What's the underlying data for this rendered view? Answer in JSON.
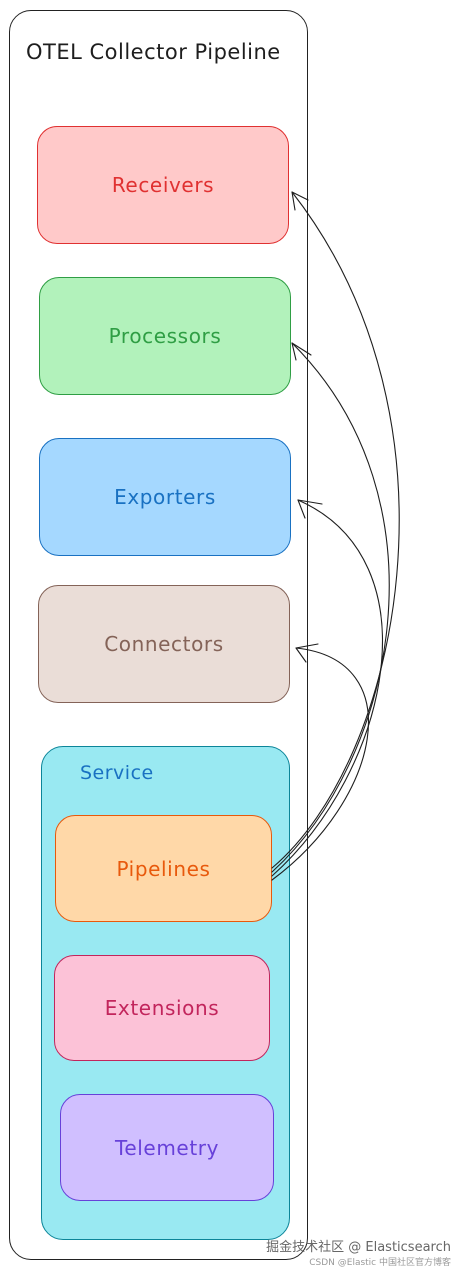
{
  "title": "OTEL Collector Pipeline",
  "components": {
    "receivers": {
      "label": "Receivers",
      "fill": "#ffc9c9",
      "stroke": "#e03131",
      "text": "#e03131"
    },
    "processors": {
      "label": "Processors",
      "fill": "#b2f2bb",
      "stroke": "#2f9e44",
      "text": "#2f9e44"
    },
    "exporters": {
      "label": "Exporters",
      "fill": "#a5d8ff",
      "stroke": "#1971c2",
      "text": "#1971c2"
    },
    "connectors": {
      "label": "Connectors",
      "fill": "#eaddd7",
      "stroke": "#846358",
      "text": "#846358"
    }
  },
  "service": {
    "label": "Service",
    "fill": "#99e9f2",
    "stroke": "#0c8599",
    "label_color": "#1971c2",
    "pipelines": {
      "label": "Pipelines",
      "fill": "#ffd8a8",
      "stroke": "#e8590c",
      "text": "#e8590c"
    },
    "extensions": {
      "label": "Extensions",
      "fill": "#fcc2d7",
      "stroke": "#c2255c",
      "text": "#c2255c"
    },
    "telemetry": {
      "label": "Telemetry",
      "fill": "#d0bfff",
      "stroke": "#6741d9",
      "text": "#6741d9"
    }
  },
  "connections": [
    {
      "from": "Pipelines",
      "to": "Receivers"
    },
    {
      "from": "Pipelines",
      "to": "Processors"
    },
    {
      "from": "Pipelines",
      "to": "Exporters"
    },
    {
      "from": "Pipelines",
      "to": "Connectors"
    }
  ],
  "watermark": "掘金技术社区 @ Elasticsearch",
  "watermark_sub": "CSDN @Elastic 中国社区官方博客"
}
